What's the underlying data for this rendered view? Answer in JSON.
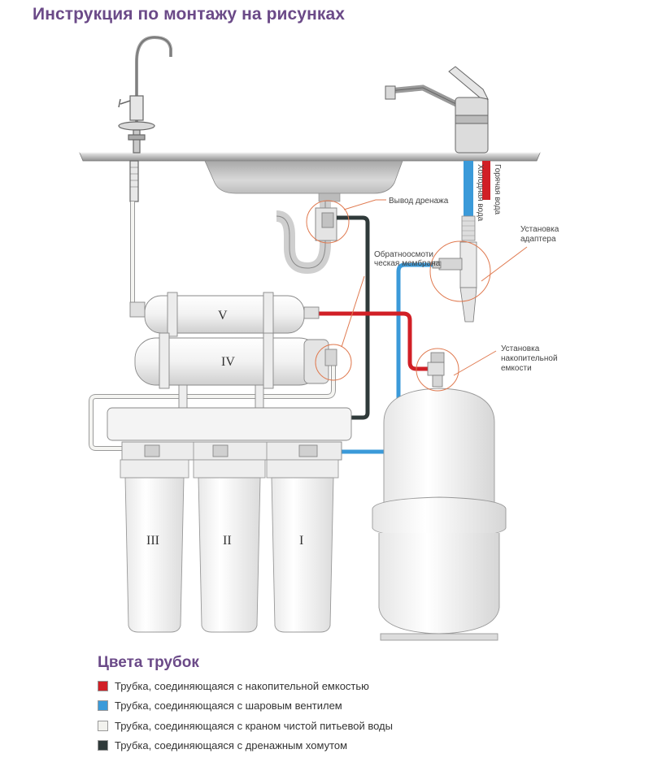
{
  "title": "Инструкция по монтажу на рисунках",
  "labels": {
    "drain_outlet": "Вывод дренажа",
    "membrane_line1": "Обратноосмоти",
    "membrane_line2": "ческая мембрана",
    "adapter_line1": "Установка",
    "adapter_line2": "адаптера",
    "tank_line1": "Установка",
    "tank_line2": "накопительной",
    "tank_line3": "емкости",
    "cold_water": "Холодная вода",
    "hot_water": "Горячая вода"
  },
  "stages": {
    "s1": "I",
    "s2": "II",
    "s3": "III",
    "s4": "IV",
    "s5": "V"
  },
  "legend": {
    "title": "Цвета трубок",
    "items": [
      {
        "color": "#d11f26",
        "text": "Трубка, соединяющаяся с накопительной емкостью"
      },
      {
        "color": "#3b9ad9",
        "text": "Трубка, соединяющаяся с шаровым вентилем"
      },
      {
        "color": "#f2f2ee",
        "text": "Трубка, соединяющаяся с краном чистой питьевой воды"
      },
      {
        "color": "#2f3a3a",
        "text": "Трубка, соединяющаяся с дренажным хомутом"
      }
    ]
  },
  "colors": {
    "tank_tube": "#d11f26",
    "ball_valve_tube": "#3b9ad9",
    "clean_water_tube": "#f2f2ee",
    "drain_tube": "#2f3a3a",
    "callout_circle": "#e07a50",
    "title": "#6b4a88"
  }
}
